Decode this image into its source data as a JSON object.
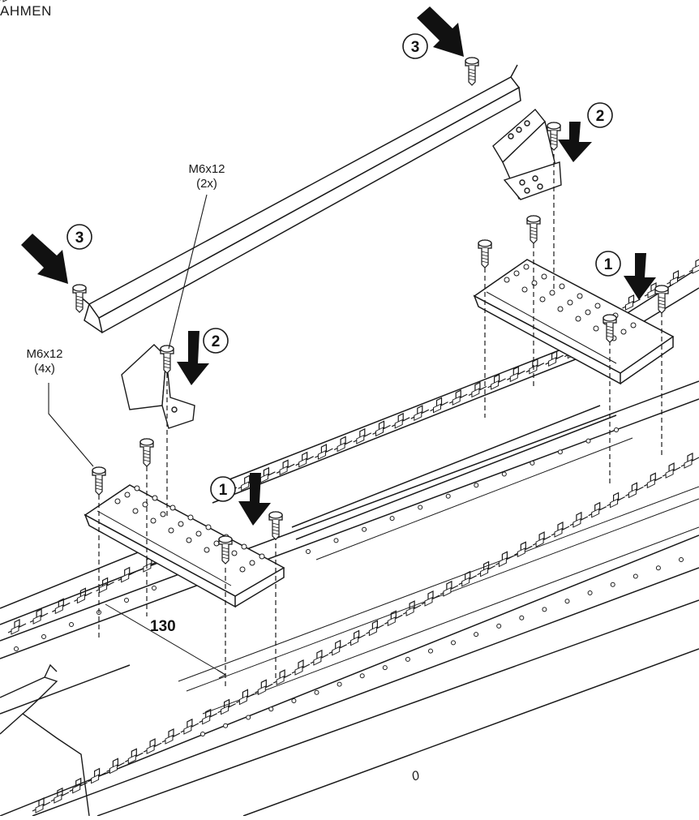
{
  "header": {
    "text": "AHMEN"
  },
  "callouts": {
    "screw_top": {
      "size": "M6x12",
      "qty": "(2x)"
    },
    "screw_left": {
      "size": "M6x12",
      "qty": "(4x)"
    }
  },
  "dimension": {
    "value": "130"
  },
  "steps": {
    "s1": "1",
    "s2": "2",
    "s3": "3"
  },
  "part_mark": {
    "text": "0"
  },
  "colors": {
    "line": "#1a1a1a",
    "paper": "#ffffff",
    "arrow": "#111111"
  }
}
